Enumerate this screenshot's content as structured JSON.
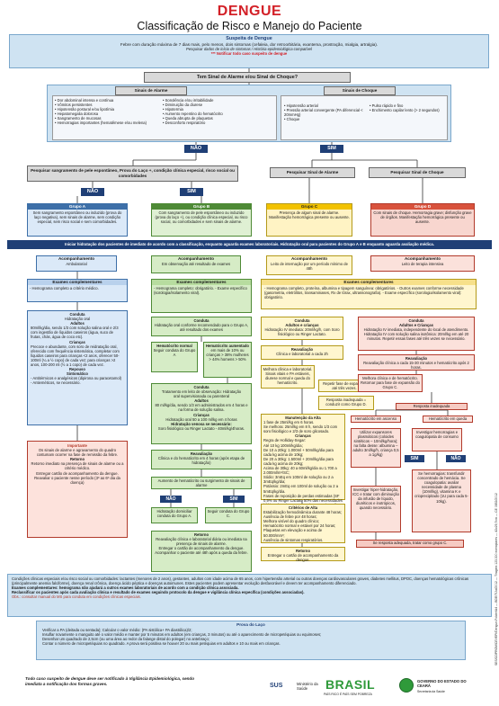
{
  "header": {
    "title": "DENGUE",
    "subtitle": "Classificação de Risco e Manejo do Paciente"
  },
  "suspeita": {
    "title": "Suspeita de Dengue",
    "text": "Febre com duração máxima de 7 dias mais, pelo menos, dois sintomas (cefaleia, dor retroorbitária, exantema, prostração, mialgia, artralgia).",
    "subtext": "Pesquisar dados de início de sintomas / História epidemiológica compatível",
    "notify": "*** Notificar todo caso suspeito de dengue"
  },
  "question": "Tem Sinal de Alarme e/ou Sinal de Choque?",
  "alarme": {
    "title": "Sinais de Alarme",
    "col1": [
      "• Dor abdominal intensa e contínua",
      "• Vômitos persistentes",
      "• Hipotensão postural e/ou lipotímia",
      "• Hepatomegalia dolorosa",
      "• Sangramento de mucosas",
      "• Hemorragias importantes (hematêmese e/ou melena)"
    ],
    "col2": [
      "• Sonolência e/ou irritabilidade",
      "• Diminuição da diurese",
      "• Hipotermia",
      "• Aumento repentino do hematócrito",
      "• Queda abrupta de plaquetas",
      "• Desconforto respiratório"
    ]
  },
  "choque": {
    "title": "Sinais de Choque",
    "col1": [
      "• Hipotensão arterial",
      "• Pressão arterial convergente (PA diferencial < 20mmHg)",
      "• Choque"
    ],
    "col2": [
      "• Pulso rápido e fino",
      "• Enchimento capilar lento (> 2 segundos)"
    ]
  },
  "labels": {
    "nao": "NÃO",
    "sim": "SIM"
  },
  "pesquisar1": "Pesquisar sangramento de pele espontâneo, Prova do Laço +, condição clínica especial, risco social ou comorbidades",
  "pesqAlarme": "Pesquisar Sinal de Alarme",
  "pesqChoque": "Pesquisar Sinal de Choque",
  "groups": {
    "a": {
      "title": "Grupo A",
      "text": "Sem sangramento espontâneo ou induzido (prova do laço negativa), sem sinais de alarme, sem condição especial, sem risco social e sem comorbidades."
    },
    "b": {
      "title": "Grupo B",
      "text": "Com sangramento de pele espontâneo ou induzido (prova do laço +), ou condição clínica especial, ou risco social, ou comorbidades e sem sinais de alarme."
    },
    "c": {
      "title": "Grupo C",
      "text": "Presença de algum sinal de alarme. Manifestação hemorrágica presente ou ausente."
    },
    "d": {
      "title": "Grupo D",
      "text": "Com sinais de choque. Hemorragia grave; disfunção grave de órgãos. Manifestação hemorrágica presente ou ausente."
    }
  },
  "hidratacao": "Iniciar hidratação dos pacientes de imediato de acordo com a classificação, enquanto aguarda exames laboratoriais. Hidratação oral para pacientes do Grupo A e B enquanto aguarda avaliação médica.",
  "acomp": {
    "a": {
      "title": "Acompanhamento",
      "text": "Ambulatorial"
    },
    "b": {
      "title": "Acompanhamento",
      "text": "Em observação até resultado de exames"
    },
    "c": {
      "title": "Acompanhamento",
      "text": "Leito de internação por um período mínimo de 48h"
    },
    "d": {
      "title": "Acompanhamento",
      "text": "Leito de terapia intensiva"
    }
  },
  "exames": {
    "a": {
      "title": "Exames complementares",
      "text": "- Hemograma completo a critério médico."
    },
    "b": {
      "title": "Exames complementares",
      "text": "- Hemograma completo: obrigatório. - Exame específico (sorologia/isolamento viral)."
    },
    "cd": {
      "title": "Exames complementares",
      "text": "- Hemograma completo, proteína, albumina e tipagem sanguínea: obrigatórios. - Outros exames conforme necessidade (gasometria, eletrólitos, transaminases, Rx de tórax, ultrassonografia). - Exame específico (sorologia/isolamento viral): obrigatório."
    }
  },
  "condutaA": {
    "title": "Conduta",
    "lines": [
      "Hidratação oral",
      "Adultos",
      "80ml/kg/dia, sendo 1/3 com solução salina oral e 2/3 com ingestão de líquidos caseiros (água, suco de frutas, chás, água de coco etc).",
      "Crianças",
      "Precoce e abundante, com soro de reidratação oral, oferecido com frequência sistemática, completar com líquidos caseiros para crianças <2 anos, oferecer 50-100ml (¼ a ½ copo) de cada vez; para crianças >2 anos, 100-200 ml (½ a 1 copo) de cada vez.",
      "Repouso",
      "Sintomático",
      "- Antitérmicos e analgésicos (dipirona ou paracetamol)",
      "- Antieméticos, se necessário."
    ]
  },
  "importante": {
    "title": "Importante",
    "lines": [
      "Os sinais de alarme e agravamento do quadro costumam ocorrer na fase de remissão da febre.",
      "Retorno",
      "Retorno imediato na presença de sinais de alarme ou a critério médico.",
      "Entregar cartão de acompanhamento da dengue.",
      "Reavaliar o paciente nesse período (3º ao 6º dia da doença)"
    ]
  },
  "condutaB": {
    "title": "Conduta",
    "text": "Hidratação oral conforme recomendado para o Grupo A, até resultado dos exames"
  },
  "hemaNormal": {
    "title": "Hematócrito normal",
    "text": "Seguir conduta do Grupo A"
  },
  "hemaAumentado": {
    "title": "Hematócrito aumentado",
    "text": "em mais de 10% ou crianças > 38% mulheres > 44% homens > 50%"
  },
  "condutaB2": {
    "title": "Conduta",
    "lines": [
      "Tratamento em leito de observação: Hidratação",
      "oral supervisionada ou parenteral",
      "Adultos",
      "80 ml/kg/dia, sendo 1/3 em administrados em 4 horas e na forma de solução salina.",
      "Crianças",
      "Hidratação oral 50 a 100 ml/kg em 4 horas",
      "Hidratação venosa se necessário:",
      "Soro fisiológico ou Ringer Lactato - 40ml/kg/4horas."
    ]
  },
  "reavB": {
    "title": "Reavaliação",
    "text": "Clínica e do hematócrito em 4 horas (após etapa de hidratação)"
  },
  "aumentoB": "Aumento de hematócrito ou surgimento de sinais de alarme",
  "hidratacaoA": "Hidratação domiciliar conduta do Grupo A.",
  "seguirC": "Seguir conduta do Grupo C.",
  "retornoB": {
    "title": "Retorno",
    "lines": [
      "Reavaliação clínica e laboratorial diária ou imediata na presença de sinais de alarme.",
      "Entregar o cartão de acompanhamento da dengue.",
      "Acompanhar o paciente até 48h após a queda da febre."
    ]
  },
  "condutaC": {
    "title": "Conduta",
    "sub": "Adultos e crianças",
    "text": "Hidratação IV imediata: 20ml/kg/h, com Soro fisiológico ou Ringer Lactato."
  },
  "reavC": {
    "title": "Reavaliação",
    "text": "Clínica e laboratorial a cada 2h"
  },
  "melhoraC": "Melhora clínica e laboratorial. Sinais vitais e PA estáveis, diurese normal e queda do hematócrito.",
  "repetirFase": "Repetir fase de expansão até três vezes.",
  "respostaInad": "Resposta inadequada = conduzir como Grupo D.",
  "manutencao": {
    "title": "Manutenção da Alta",
    "lines": [
      "1 fase de 25ml/kg em 6 horas.",
      "Se melhora: 25ml/kg em 8 h, sendo 1/3 com soro fisiológico e 2/3 de soro glicosado.",
      "Crianças",
      "Regra de Holliday-Segar:",
      "Até 10 kg 100ml/kg/dia;",
      "De 10 a 20kg: 1.000ml + 50ml/kg/dia para cada kg acima de 10kg;",
      "De 20 a 30kg: 1.500ml + 20ml/kg/dia para cada kg acima de 20kg;",
      "Acima de 30kg: 40 a 60ml/kg/dia ou 1.700 a 2.000ml/m²/SC;",
      "Sódio: 3mEq em 100ml de solução ou 2 a 3mEq/kg/dia;",
      "Potássio: 2mEq em 100ml de solução ou 2 a 5mEq/kg/dia.",
      "Fases de reposição de perdas estimadas (SF 0,9% ou Ringer Lactato 50% das necessidades hídricas basais em 1 com ajuste na via oral)."
    ]
  },
  "criteriosAlta": {
    "title": "Critérios de Alta",
    "lines": [
      "Estabilização hemodinâmica durante 48 horas;",
      "Ausência de febre por 48 horas;",
      "Melhora visível do quadro clínico;",
      "Hematócrito normal e estável por 24 horas;",
      "Plaquetas em elevação e acima de 50.000/mm³;",
      "Ausência de sintomas respiratórios."
    ]
  },
  "retornoC": {
    "title": "Retorno",
    "text": "Entregar o cartão de acompanhamento da dengue."
  },
  "condutaD": {
    "title": "Conduta",
    "sub": "Adultos e Crianças",
    "text": "Hidratação IV imediata, independente do local de atendimento. Hidratação IV com solução salina isotônica: 20ml/kg em até 20 minutos. Repetir essas fases até três vezes se necessário."
  },
  "reavD": {
    "title": "Reavaliação",
    "text": "Reavaliação clínica a cada 15-30 minutos e hematócrito após 2 horas."
  },
  "melhoraD": "Melhora clínica e de hematócrito. Retornar para fase de expansão do Grupo C.",
  "respInadD": "Resposta inadequada",
  "hemaAlto": "Hematócrito em ascenso",
  "hemaBaixo": "Hematócrito em queda",
  "drogas": "Utilizar expansores plasmáticos (coloides sintéticos – 10ml/kg/hora); na falta desse: albumina – adulto 3ml/kg/h, criança 0,5 a 1g/kg)",
  "investigar1": "Investigar hemorragias e coagulopatia de consumo",
  "investigar2": "Investigar hiper-hidratação, ICC e tratar com diminuição da infusão de líquido, diuréticos e inotrópicos, quando necessário.",
  "semHemorragia": "Se hemorragias: transfundir concentrado de hemácia. Se coagulopatia: avaliar necessidade de plasma (10ml/kg), vitamina K e crioprecipitado (1U para cada 5-10kg).",
  "respostaAdeq": "Se resposta adequada, tratar como grupo C.",
  "condicoes": {
    "lines": [
      "Condições clínicas especiais e/ou risco social ou comorbidades: lactantes (menores de 2 anos), gestantes, adultos com idade acima de 65 anos, com hipertensão arterial ou outras doenças cardiovasculares graves, diabetes mellitus, DPOC, doenças hematológicas crônicas (principalmente anemia falciforme), doença renal crônica, doença ácido péptica e doenças autoimunes. Estes pacientes podem apresentar evolução desfavorável e devem ter acompanhamento diferenciado.",
      "Exames complementares: hemograma não ajudará a outros exames laboratoriais de acordo com a condição clínica associada.",
      "Reclassificar os pacientes após cada avaliação clínica e resultado de exames seguindo protocolo da dengue e vigilância clínica específica (condições associadas).",
      "Obs.: consultar manual do MS para conduta em condições clínicas especiais."
    ]
  },
  "provaLaco": {
    "title": "Prova do Laço",
    "lines": [
      "Verificar a PA (deitada ou sentada); Calcular o valor médio: (PA sistólica+ PA diastólica)/2;",
      "Insuflar novamente o manguito até o valor médio e manter por 5 minutos em adultos (em crianças, 3 minutos) ou até o aparecimento de micropetéquias ou equimoses;",
      "Desenhar um quadrado de 2,5cm (ou uma área ao redor da falange distal do polegar) no antebraço;",
      "Contar o número de micropetéquias no quadrado. A prova será positiva se houver 20 ou mais petéquias em adultos e 10 ou mais em crianças."
    ]
  },
  "footer": {
    "note": "Todo caso suspeito de dengue deve ser notificado à Vigilância Epidemiológica, sendo imediata a notificação dos formas graves.",
    "sus": "SUS",
    "ministerio": "Ministério da Saúde",
    "brasil": "BRASIL",
    "brasil_sub": "PAÍS RICO É PAÍS SEM POBREZA",
    "governo": "GOVERNO DO ESTADO DO CEARÁ",
    "governo_sub": "Secretaria da Saúde",
    "vertical": "SES/COPROM/CEVEPI/Dengue-Folder/A4 — BDE/7/Jul/2012 — Tiragem 123.300 exemplares — 42x29,7cm — CE 0852/2012"
  },
  "colors": {
    "title_red": "#d32027",
    "navy": "#1f3f76",
    "green": "#4e8a36",
    "yellow": "#f2c200",
    "red": "#d8523c",
    "blue": "#3d6fa8"
  }
}
